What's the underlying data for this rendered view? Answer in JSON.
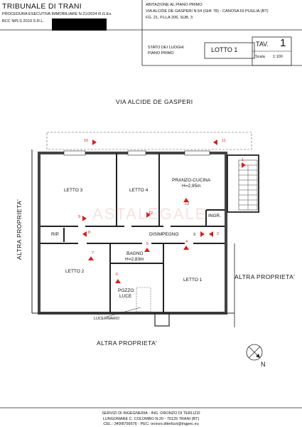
{
  "header": {
    "court": "TRIBUNALE DI TRANI",
    "procedure": "PROCEDURA ESECUTIVA IMMOBILIARE  N.21/2024 R.G.Es.",
    "creditor": "BCC NPLS 2019 S.R.L.",
    "address_1": "ABITAZIONE AL PIANO PRIMO",
    "address_2": "VIA ALCIDE DE GASPERI N.54 (GIA' 78) - CANOSA DI PUGLIA (BT)",
    "address_3": "FG. 21, P.LLA 206, SUB. 3"
  },
  "title_block": {
    "state_1": "STATO DEI LUOGHI",
    "state_2": "PIANO PRIMO",
    "lot": "LOTTO 1",
    "tav_label": "TAV.",
    "tav_number": "1",
    "scale_label": "Scala",
    "scale_value": "1:100"
  },
  "plan": {
    "street_top": "VIA ALCIDE DE GASPERI",
    "left_neighbor": "ALTRA PROPRIETA'",
    "right_neighbor": "ALTRA PROPRIETA'",
    "bottom_neighbor": "ALTRA PROPRIETA'",
    "watermark": "ASTALEGALE",
    "rooms": {
      "letto3": "LETTO 3",
      "letto4": "LETTO 4",
      "pranzo": "PRANZO-CUCINA",
      "pranzo_h": "H=2,95m",
      "ingr": "INGR.",
      "rip": "RIP.",
      "disimpegno": "DISIMPEGNO",
      "letto2": "LETTO 2",
      "bagno": "BAGNO",
      "bagno_h": "H=2,83m",
      "pozzo_1": "POZZO",
      "pozzo_2": "LUCE",
      "letto1": "LETTO 1",
      "lucernario": "LUCERNARIO"
    },
    "views": [
      "1",
      "2",
      "3",
      "4",
      "5",
      "6",
      "7",
      "8",
      "9",
      "10",
      "11",
      "12",
      "13"
    ],
    "north": "N"
  },
  "footer": {
    "line1": "SERVIZI DI INGEGNERIA - ING. ORONZO DI TERLIZZI",
    "line2": "LUNGOMARE C. COLOMBO N.20 - 76125 TRANI (BT)",
    "line3": "CEL.: 349/8756676 - PEC: oronzo.diterlizzi@ingpec.eu"
  },
  "colors": {
    "view_marker": "#d62020",
    "wall": "#222222",
    "stairs": "#444444"
  }
}
